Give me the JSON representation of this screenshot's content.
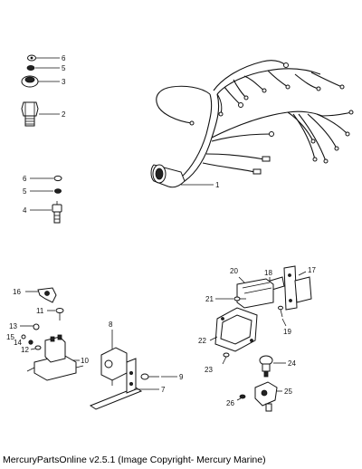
{
  "callouts": {
    "c1": "1",
    "c2": "2",
    "c3": "3",
    "c4": "4",
    "c5": "5",
    "c5b": "5",
    "c6": "6",
    "c6b": "6",
    "c7": "7",
    "c8": "8",
    "c9": "9",
    "c10": "10",
    "c11": "11",
    "c12": "12",
    "c13": "13",
    "c14": "14",
    "c15": "15",
    "c16": "16",
    "c17": "17",
    "c18": "18",
    "c19": "19",
    "c20": "20",
    "c21": "21",
    "c22": "22",
    "c23": "23",
    "c24": "24",
    "c25": "25",
    "c26": "26"
  },
  "footer": {
    "caption": "MercuryPartsOnline v2.5.1 (Image Copyright- Mercury Marine)"
  }
}
